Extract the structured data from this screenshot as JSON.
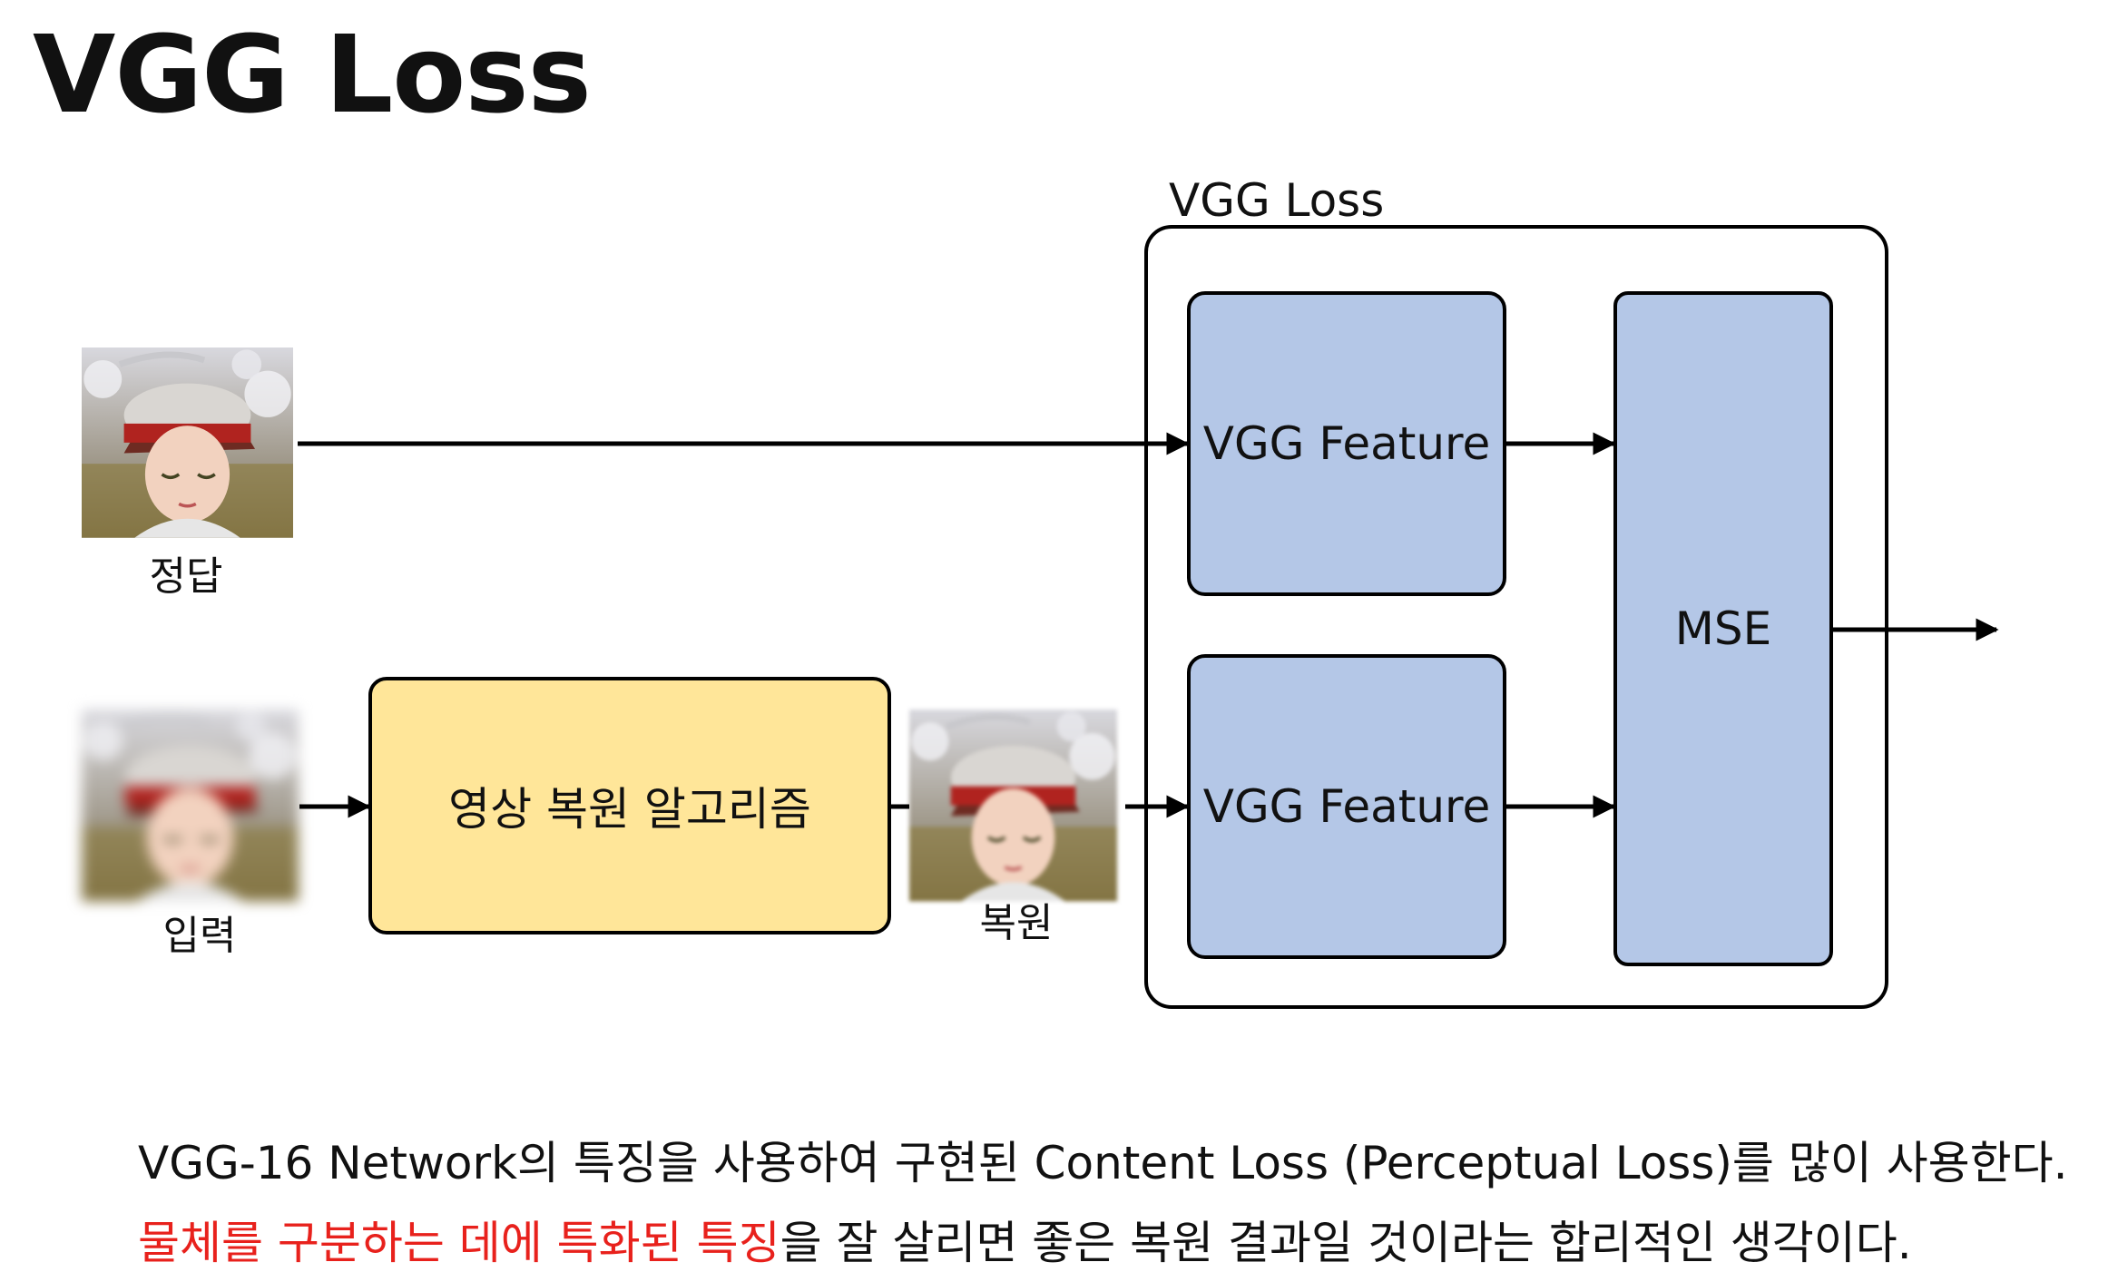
{
  "title": "VGG Loss",
  "group_label": "VGG Loss",
  "images": {
    "ground_truth_caption": "정답",
    "input_caption": "입력",
    "restored_caption": "복원"
  },
  "nodes": {
    "algorithm": "영상 복원 알고리즘",
    "vgg_feature_top": "VGG Feature",
    "vgg_feature_bottom": "VGG Feature",
    "mse": "MSE"
  },
  "footer": {
    "line1": "VGG-16 Network의 특징을 사용하여 구현된 Content Loss (Perceptual Loss)를 많이 사용한다.",
    "line2_highlight": "물체를 구분하는 데에 특화된 특징",
    "line2_rest": "을 잘 살리면 좋은 복원 결과일 것이라는 합리적인 생각이다."
  },
  "colors": {
    "blue_box": "#b4c7e7",
    "yellow_box": "#ffe699",
    "highlight_red": "#e8211c"
  }
}
